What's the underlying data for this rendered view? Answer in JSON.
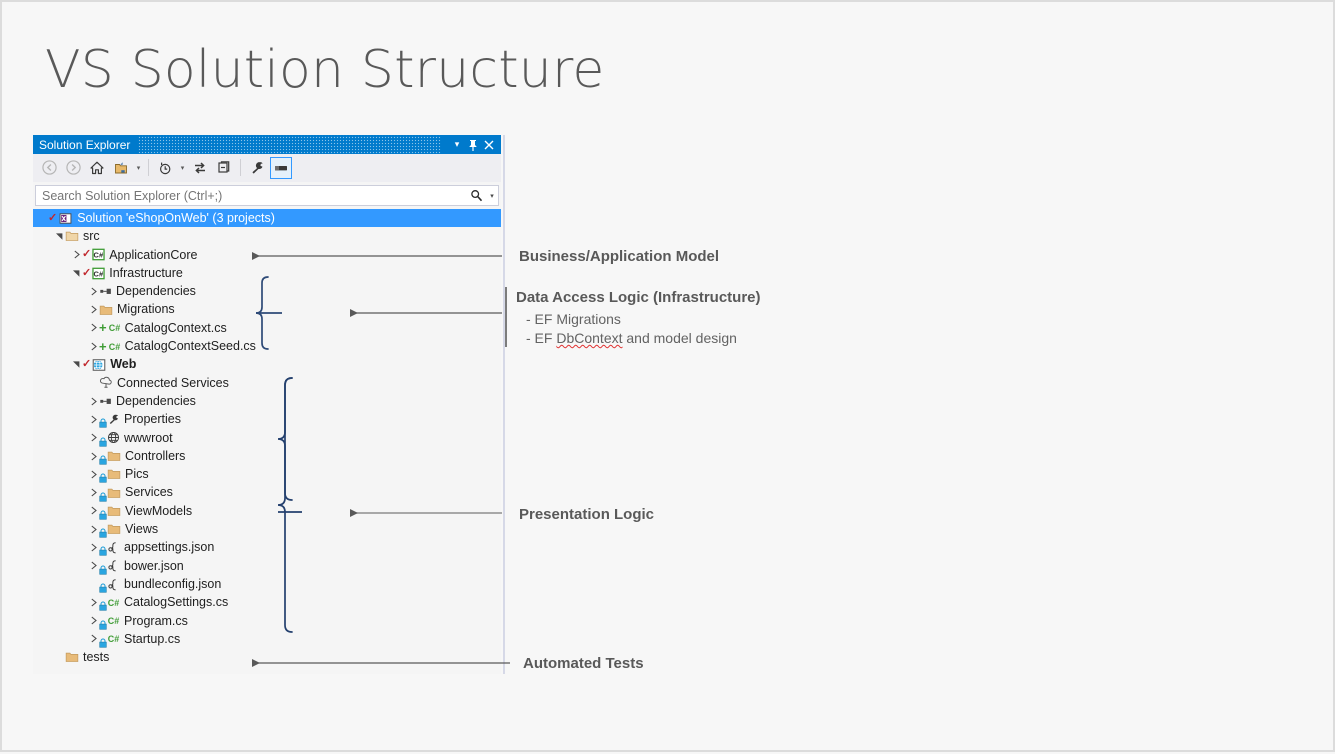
{
  "slide": {
    "title": "VS Solution Structure",
    "background_color": "#f7f7f7",
    "border_color": "#dcdcdc"
  },
  "solution_explorer": {
    "window_title": "Solution Explorer",
    "accent_color": "#007acc",
    "selection_color": "#3399ff",
    "title_buttons": [
      {
        "name": "dropdown",
        "glyph": "▾"
      },
      {
        "name": "pin",
        "glyph": "⚐"
      },
      {
        "name": "close",
        "glyph": "✕"
      }
    ],
    "toolbar": [
      {
        "name": "back",
        "icon": "back-arrow-icon",
        "enabled": false
      },
      {
        "name": "forward",
        "icon": "forward-arrow-icon",
        "enabled": false
      },
      {
        "name": "home",
        "icon": "home-icon",
        "enabled": true
      },
      {
        "name": "sync-with-active-doc",
        "icon": "sync-folder-icon",
        "enabled": true
      },
      {
        "name": "sync-dropdown",
        "icon": "chevron-down-icon",
        "enabled": true
      },
      {
        "name": "separator-1",
        "icon": "separator",
        "enabled": false
      },
      {
        "name": "pending-changes",
        "icon": "clock-icon",
        "enabled": true
      },
      {
        "name": "pending-dropdown",
        "icon": "chevron-down-icon",
        "enabled": true
      },
      {
        "name": "refresh",
        "icon": "refresh-arrows-icon",
        "enabled": true
      },
      {
        "name": "collapse-all",
        "icon": "collapse-all-icon",
        "enabled": true
      },
      {
        "name": "separator-2",
        "icon": "separator",
        "enabled": false
      },
      {
        "name": "properties",
        "icon": "wrench-icon",
        "enabled": true
      },
      {
        "name": "preview-selected",
        "icon": "preview-window-icon",
        "enabled": true,
        "selected": true
      }
    ],
    "search": {
      "placeholder": "Search Solution Explorer (Ctrl+;)",
      "value": "",
      "icon": "magnifier-icon",
      "dropdown_icon": "chevron-down-icon"
    },
    "tree": [
      {
        "label": "Solution 'eShopOnWeb' (3 projects)",
        "indent": 0,
        "expander": "none",
        "icon": "solution-icon",
        "selected": true,
        "bold": false,
        "check": true,
        "plus": false,
        "lock": false
      },
      {
        "label": "src",
        "indent": 1,
        "expander": "expanded",
        "icon": "folder-open-icon",
        "selected": false,
        "bold": false,
        "check": false,
        "plus": false,
        "lock": false
      },
      {
        "label": "ApplicationCore",
        "indent": 2,
        "expander": "collapsed",
        "icon": "csharp-project-icon",
        "selected": false,
        "bold": false,
        "check": true,
        "plus": false,
        "lock": false
      },
      {
        "label": "Infrastructure",
        "indent": 2,
        "expander": "expanded",
        "icon": "csharp-project-icon",
        "selected": false,
        "bold": false,
        "check": true,
        "plus": false,
        "lock": false
      },
      {
        "label": "Dependencies",
        "indent": 3,
        "expander": "collapsed",
        "icon": "dependencies-icon",
        "selected": false,
        "bold": false,
        "check": false,
        "plus": false,
        "lock": false
      },
      {
        "label": "Migrations",
        "indent": 3,
        "expander": "collapsed",
        "icon": "folder-icon",
        "selected": false,
        "bold": false,
        "check": false,
        "plus": false,
        "lock": false
      },
      {
        "label": "CatalogContext.cs",
        "indent": 3,
        "expander": "collapsed",
        "icon": "csharp-file-icon",
        "selected": false,
        "bold": false,
        "check": false,
        "plus": true,
        "lock": false
      },
      {
        "label": "CatalogContextSeed.cs",
        "indent": 3,
        "expander": "collapsed",
        "icon": "csharp-file-icon",
        "selected": false,
        "bold": false,
        "check": false,
        "plus": true,
        "lock": false
      },
      {
        "label": "Web",
        "indent": 2,
        "expander": "expanded",
        "icon": "web-project-icon",
        "selected": false,
        "bold": true,
        "check": true,
        "plus": false,
        "lock": false
      },
      {
        "label": "Connected Services",
        "indent": 3,
        "expander": "none",
        "icon": "connected-services-icon",
        "selected": false,
        "bold": false,
        "check": false,
        "plus": false,
        "lock": false
      },
      {
        "label": "Dependencies",
        "indent": 3,
        "expander": "collapsed",
        "icon": "dependencies-icon",
        "selected": false,
        "bold": false,
        "check": false,
        "plus": false,
        "lock": false
      },
      {
        "label": "Properties",
        "indent": 3,
        "expander": "collapsed",
        "icon": "wrench-icon",
        "selected": false,
        "bold": false,
        "check": false,
        "plus": false,
        "lock": true
      },
      {
        "label": "wwwroot",
        "indent": 3,
        "expander": "collapsed",
        "icon": "globe-icon",
        "selected": false,
        "bold": false,
        "check": false,
        "plus": false,
        "lock": true
      },
      {
        "label": "Controllers",
        "indent": 3,
        "expander": "collapsed",
        "icon": "folder-icon",
        "selected": false,
        "bold": false,
        "check": false,
        "plus": false,
        "lock": true
      },
      {
        "label": "Pics",
        "indent": 3,
        "expander": "collapsed",
        "icon": "folder-icon",
        "selected": false,
        "bold": false,
        "check": false,
        "plus": false,
        "lock": true
      },
      {
        "label": "Services",
        "indent": 3,
        "expander": "collapsed",
        "icon": "folder-icon",
        "selected": false,
        "bold": false,
        "check": false,
        "plus": false,
        "lock": true
      },
      {
        "label": "ViewModels",
        "indent": 3,
        "expander": "collapsed",
        "icon": "folder-icon",
        "selected": false,
        "bold": false,
        "check": false,
        "plus": false,
        "lock": true
      },
      {
        "label": "Views",
        "indent": 3,
        "expander": "collapsed",
        "icon": "folder-icon",
        "selected": false,
        "bold": false,
        "check": false,
        "plus": false,
        "lock": true
      },
      {
        "label": "appsettings.json",
        "indent": 3,
        "expander": "collapsed",
        "icon": "json-file-icon",
        "selected": false,
        "bold": false,
        "check": false,
        "plus": false,
        "lock": true
      },
      {
        "label": "bower.json",
        "indent": 3,
        "expander": "collapsed",
        "icon": "json-file-icon",
        "selected": false,
        "bold": false,
        "check": false,
        "plus": false,
        "lock": true
      },
      {
        "label": "bundleconfig.json",
        "indent": 3,
        "expander": "none",
        "icon": "json-file-icon",
        "selected": false,
        "bold": false,
        "check": false,
        "plus": false,
        "lock": true
      },
      {
        "label": "CatalogSettings.cs",
        "indent": 3,
        "expander": "collapsed",
        "icon": "csharp-file-icon",
        "selected": false,
        "bold": false,
        "check": false,
        "plus": false,
        "lock": true
      },
      {
        "label": "Program.cs",
        "indent": 3,
        "expander": "collapsed",
        "icon": "csharp-file-icon",
        "selected": false,
        "bold": false,
        "check": false,
        "plus": false,
        "lock": true
      },
      {
        "label": "Startup.cs",
        "indent": 3,
        "expander": "collapsed",
        "icon": "csharp-file-icon",
        "selected": false,
        "bold": false,
        "check": false,
        "plus": false,
        "lock": true
      },
      {
        "label": "tests",
        "indent": 1,
        "expander": "none",
        "icon": "folder-icon",
        "selected": false,
        "bold": false,
        "check": false,
        "plus": false,
        "lock": false
      }
    ]
  },
  "annotations": {
    "business": {
      "title": "Business/Application Model"
    },
    "data_access": {
      "title": "Data Access Logic (Infrastructure)",
      "bullets": [
        {
          "prefix": "-  EF ",
          "text": "Migrations",
          "misspelled": "",
          "suffix": ""
        },
        {
          "prefix": "-  EF ",
          "text": "",
          "misspelled": "DbContext",
          "suffix": " and model design"
        }
      ]
    },
    "presentation": {
      "title": "Presentation Logic"
    },
    "tests": {
      "title": "Automated Tests"
    },
    "arrow_color": "#595959",
    "brace_color": "#2e4a77",
    "guide_color": "#c8cce0"
  }
}
